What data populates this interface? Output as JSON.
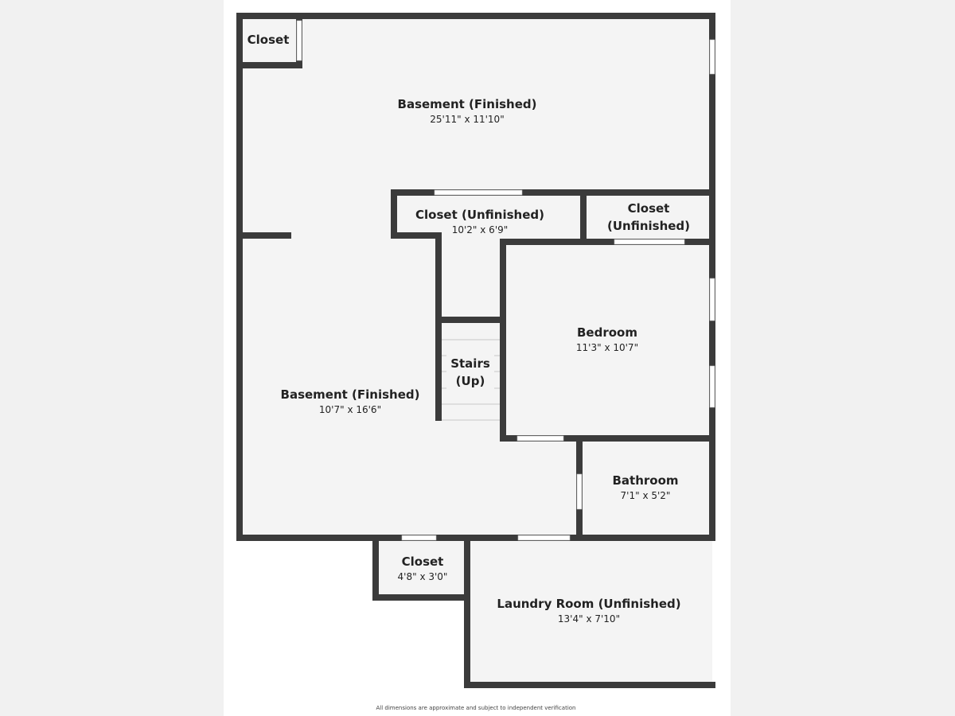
{
  "colors": {
    "wall": "#3b3b3b",
    "floor": "#f4f4f4",
    "opening": "#ffffff"
  },
  "rooms": [
    {
      "name": "Closet",
      "dims": ""
    },
    {
      "name": "Basement (Finished)",
      "dims": "25'11\" x 11'10\""
    },
    {
      "name": "Closet (Unfinished)",
      "dims": "10'2\" x 6'9\""
    },
    {
      "name": "Closet (Unfinished)",
      "dims": ""
    },
    {
      "name": "Bedroom",
      "dims": "11'3\" x 10'7\""
    },
    {
      "name": "Stairs (Up)",
      "dims": ""
    },
    {
      "name": "Basement (Finished)",
      "dims": "10'7\" x 16'6\""
    },
    {
      "name": "Bathroom",
      "dims": "7'1\" x 5'2\""
    },
    {
      "name": "Closet",
      "dims": "4'8\" x 3'0\""
    },
    {
      "name": "Laundry Room (Unfinished)",
      "dims": "13'4\" x 7'10\""
    }
  ],
  "footnote": "All dimensions are approximate and subject to independent verification"
}
